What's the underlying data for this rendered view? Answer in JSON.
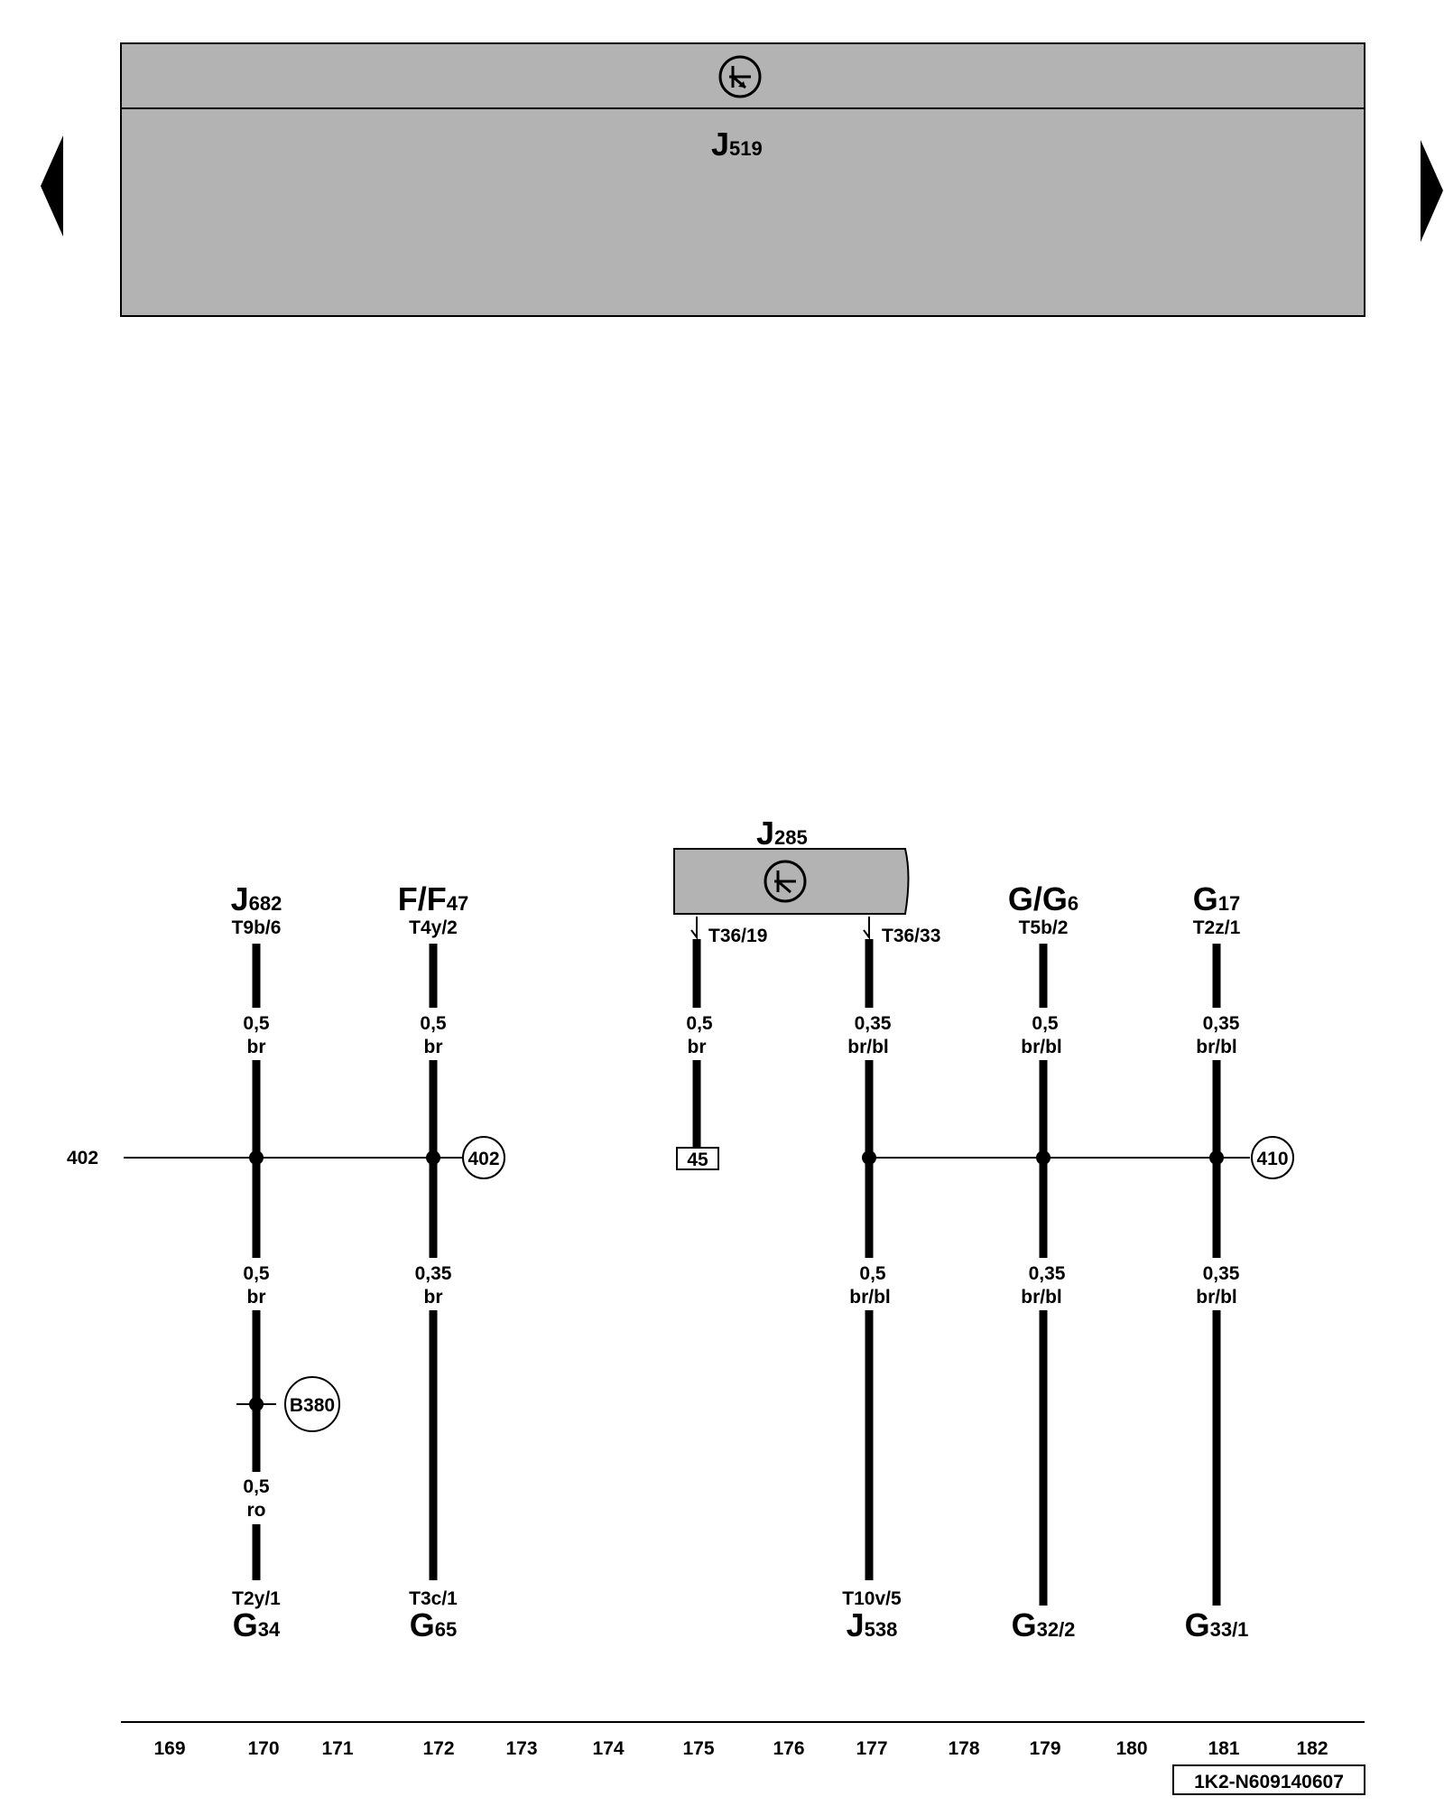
{
  "header": {
    "component": {
      "letter": "J",
      "number": "519"
    }
  },
  "pages": {
    "prev_arrow": "previous-page",
    "next_arrow": "next-page"
  },
  "module_J285": {
    "letter": "J",
    "number": "285",
    "pin_a": "T36/19",
    "pin_b": "T36/33"
  },
  "columns": [
    {
      "id": "c170",
      "top_letter": "J",
      "top_number": "682",
      "top_pin": "T9b/6",
      "wire_upper": [
        "0,5",
        "br"
      ],
      "wire_lower": [
        "0,5",
        "br"
      ],
      "wire_bottom": [
        "0,5",
        "ro"
      ],
      "bottom_pin": "T2y/1",
      "bottom_letter": "G",
      "bottom_number": "34",
      "node": "B380"
    },
    {
      "id": "c172",
      "top_letter": "F/F",
      "top_number": "47",
      "top_pin": "T4y/2",
      "wire_upper": [
        "0,5",
        "br"
      ],
      "wire_lower": [
        "0,35",
        "br"
      ],
      "bottom_pin": "T3c/1",
      "bottom_letter": "G",
      "bottom_number": "65"
    },
    {
      "id": "c175",
      "wire_upper": [
        "0,5",
        "br"
      ],
      "terminal": "45"
    },
    {
      "id": "c177",
      "wire_upper": [
        "0,35",
        "br/bl"
      ],
      "wire_lower": [
        "0,5",
        "br/bl"
      ],
      "bottom_pin": "T10v/5",
      "bottom_letter": "J",
      "bottom_number": "538"
    },
    {
      "id": "c179",
      "top_letter": "G/G",
      "top_number": "6",
      "top_pin": "T5b/2",
      "wire_upper": [
        "0,5",
        "br/bl"
      ],
      "wire_lower": [
        "0,35",
        "br/bl"
      ],
      "bottom_letter": "G",
      "bottom_number": "32/2"
    },
    {
      "id": "c181",
      "top_letter": "G",
      "top_number": "17",
      "top_pin": "T2z/1",
      "wire_upper": [
        "0,35",
        "br/bl"
      ],
      "wire_lower": [
        "0,35",
        "br/bl"
      ],
      "bottom_letter": "G",
      "bottom_number": "33/1"
    }
  ],
  "bus_left": {
    "label": "402",
    "circle_ref": "402"
  },
  "bus_right": {
    "circle_ref": "410"
  },
  "ruler": [
    "169",
    "170",
    "171",
    "172",
    "173",
    "174",
    "175",
    "176",
    "177",
    "178",
    "179",
    "180",
    "181",
    "182"
  ],
  "footer": {
    "doc_code": "1K2-N609140607"
  }
}
